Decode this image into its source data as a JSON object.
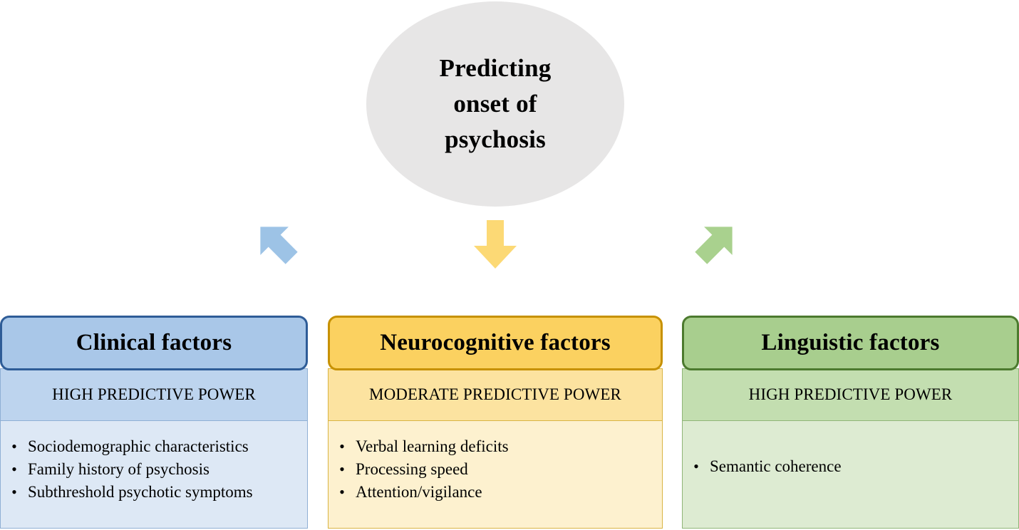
{
  "diagram": {
    "root": {
      "label": "Predicting\nonset of\npsychosis",
      "line1": "Predicting",
      "line2": "onset of",
      "line3": "psychosis",
      "shape": "ellipse",
      "fill": "#E7E6E6"
    },
    "arrows": [
      {
        "name": "arrow-to-clinical",
        "direction": "down-left",
        "color": "#9DC3E6"
      },
      {
        "name": "arrow-to-neurocognitive",
        "direction": "down",
        "color": "#FCD975"
      },
      {
        "name": "arrow-to-linguistic",
        "direction": "down-right",
        "color": "#A9D18E"
      }
    ],
    "columns": [
      {
        "id": "clinical",
        "title": "Clinical factors",
        "predictive_power": "HIGH PREDICTIVE POWER",
        "accent": "#2E5C97",
        "header_fill": "#A9C7E8",
        "band_fill": "#BDD4EE",
        "list_fill": "#DDE8F5",
        "items": [
          "Sociodemographic characteristics",
          "Family history of psychosis",
          "Subthreshold psychotic symptoms"
        ]
      },
      {
        "id": "neurocognitive",
        "title": "Neurocognitive factors",
        "predictive_power": "MODERATE PREDICTIVE POWER",
        "accent": "#C79100",
        "header_fill": "#FBD160",
        "band_fill": "#FCE3A0",
        "list_fill": "#FDF1CF",
        "items": [
          "Verbal learning deficits",
          "Processing speed",
          "Attention/vigilance"
        ]
      },
      {
        "id": "linguistic",
        "title": "Linguistic factors",
        "predictive_power": "HIGH PREDICTIVE POWER",
        "accent": "#4C7A2E",
        "header_fill": "#A8CE8E",
        "band_fill": "#C3DEB0",
        "list_fill": "#DDEBD2",
        "items": [
          "Semantic coherence"
        ]
      }
    ],
    "bullet_glyph": "•"
  }
}
